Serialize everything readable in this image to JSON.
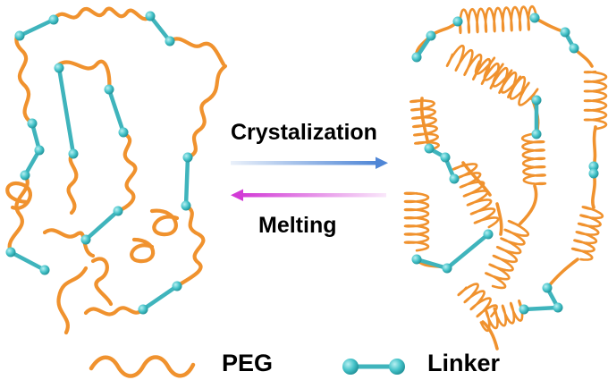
{
  "arrows": {
    "forward_label": "Crystalization",
    "reverse_label": "Melting"
  },
  "legend": {
    "peg_label": "PEG",
    "linker_label": "Linker"
  },
  "colors": {
    "peg": "#f0922e",
    "linker_bead": "#45c3c9",
    "linker_rod": "#3fb4bc",
    "arrow_forward": "#4f86d6",
    "arrow_reverse": "#d23bd6"
  }
}
